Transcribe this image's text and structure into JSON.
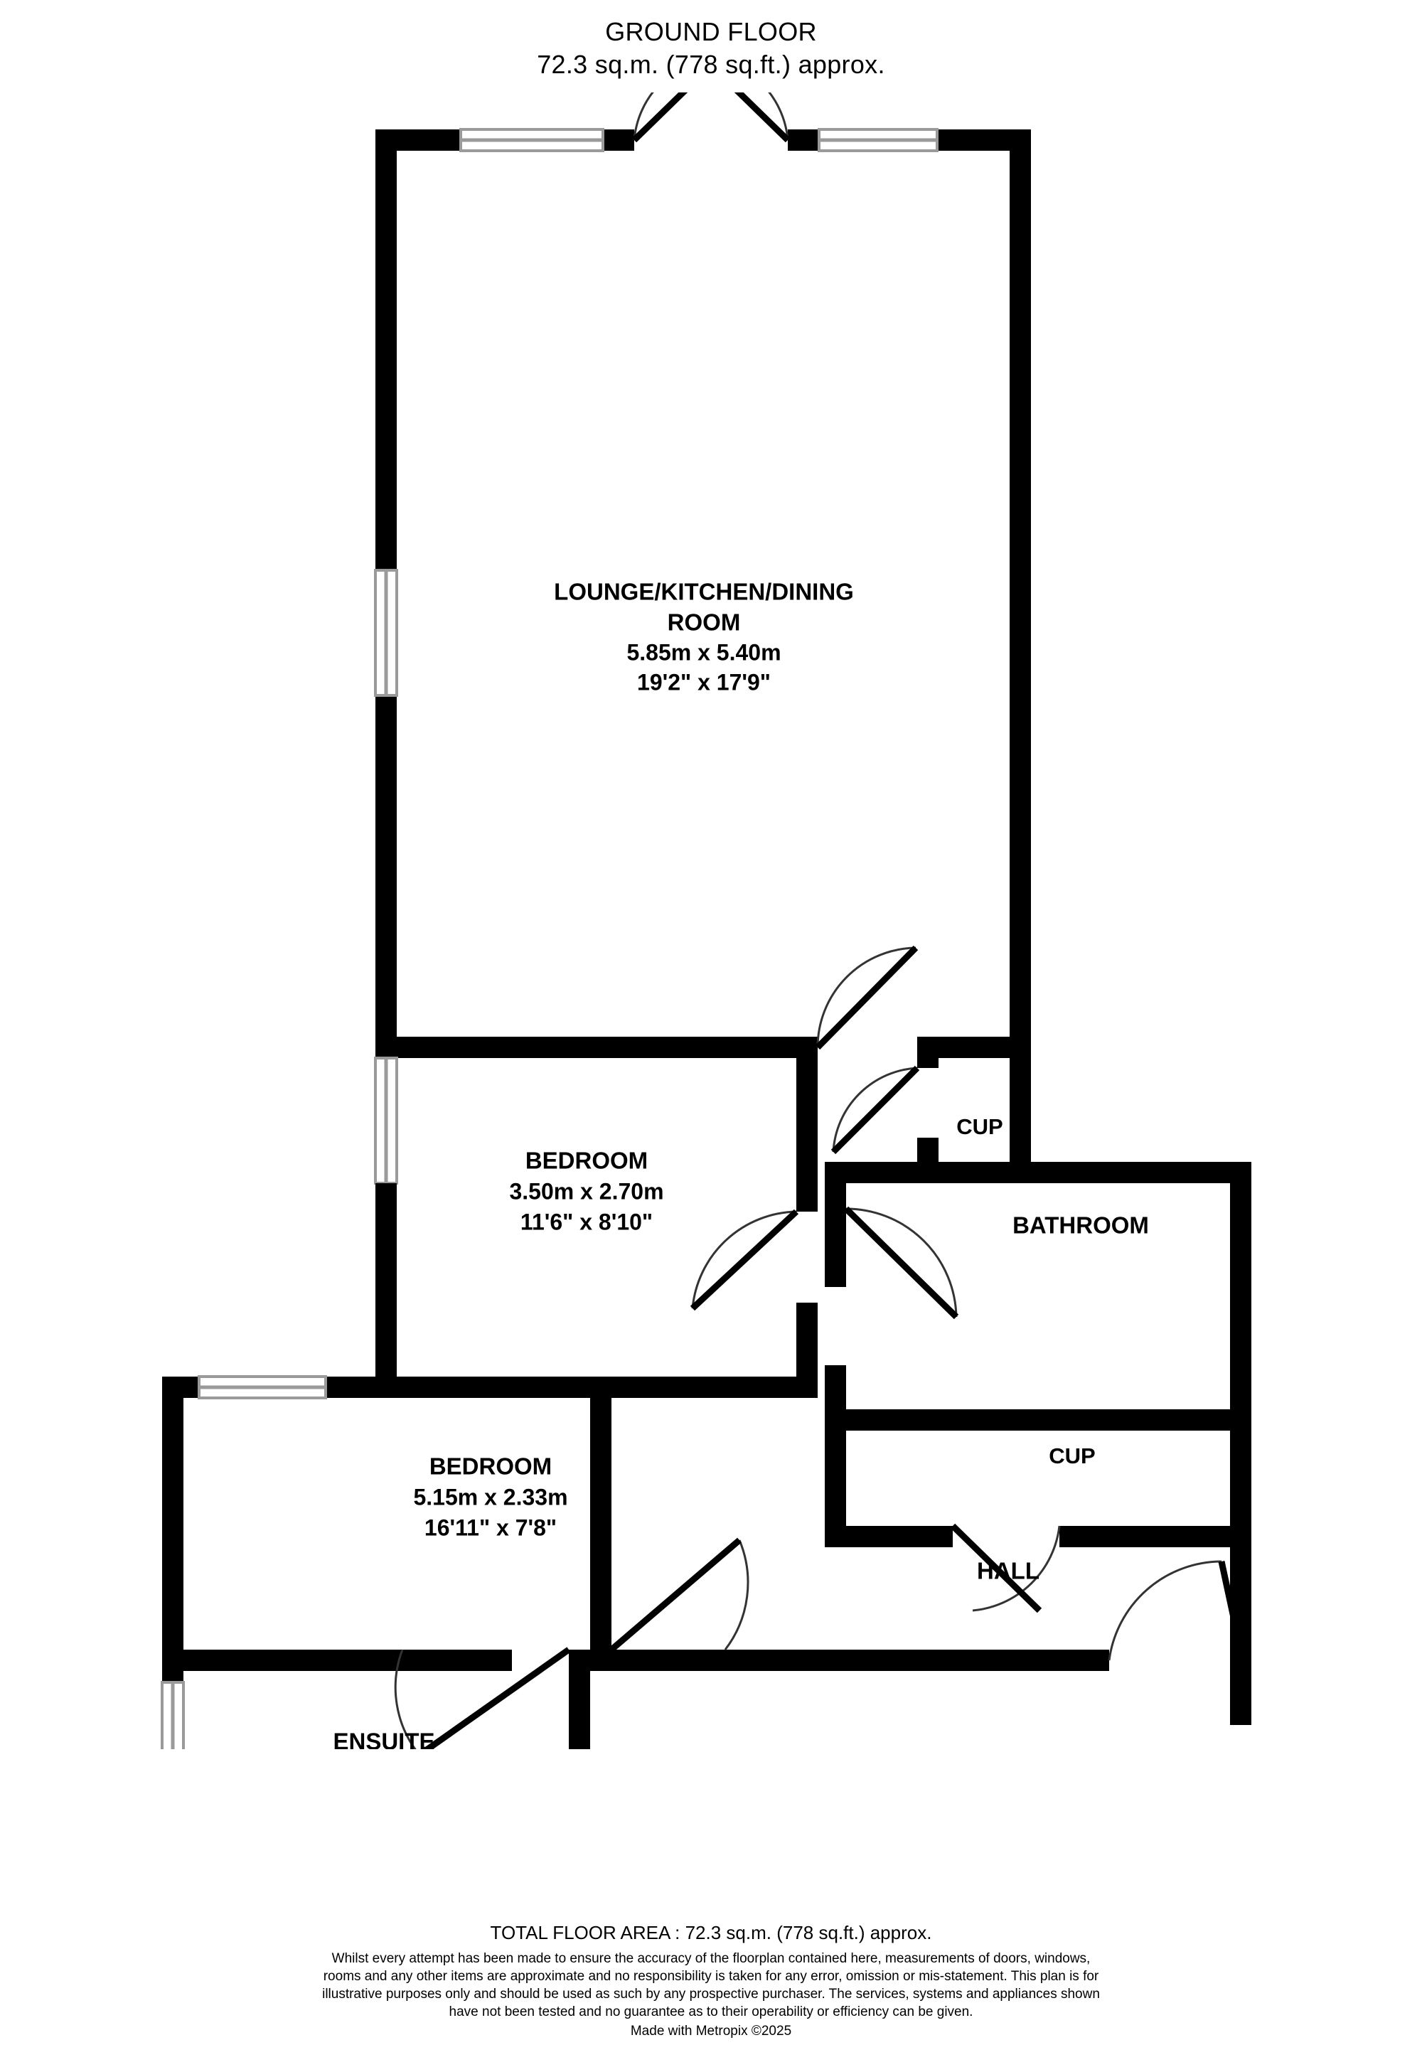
{
  "header": {
    "title": "GROUND FLOOR",
    "area": "72.3 sq.m. (778 sq.ft.) approx."
  },
  "rooms": [
    {
      "id": "lounge",
      "name": "LOUNGE/KITCHEN/DINING",
      "name2": "ROOM",
      "dim_metric": "5.85m  x 5.40m",
      "dim_imperial": "19'2\"  x 17'9\""
    },
    {
      "id": "bedroom-1",
      "name": "BEDROOM",
      "dim_metric": "3.50m  x 2.70m",
      "dim_imperial": "11'6\"  x 8'10\""
    },
    {
      "id": "bedroom-2",
      "name": "BEDROOM",
      "dim_metric": "5.15m  x 2.33m",
      "dim_imperial": "16'11\"  x 7'8\""
    },
    {
      "id": "cup-upper",
      "name": "CUP"
    },
    {
      "id": "bathroom",
      "name": "BATHROOM"
    },
    {
      "id": "cup-lower",
      "name": "CUP"
    },
    {
      "id": "hall",
      "name": "HALL"
    },
    {
      "id": "ensuite",
      "name": "ENSUITE"
    }
  ],
  "footer": {
    "total": "TOTAL FLOOR AREA : 72.3 sq.m. (778 sq.ft.) approx.",
    "disclaimer": "Whilst every attempt has been made to ensure the accuracy of the floorplan contained here, measurements of doors, windows, rooms and any other items are approximate and no responsibility is taken for any error, omission or mis-statement. This plan is for illustrative purposes only and should be used as such by any prospective purchaser. The services, systems and appliances shown have not been tested and no guarantee as to their operability or efficiency can be given.",
    "made_with": "Made with Metropix ©2025"
  },
  "colors": {
    "wall": "#000000",
    "window_frame": "#9a9a9a",
    "background": "#ffffff"
  },
  "chart_data": {
    "type": "table",
    "title": "GROUND FLOOR",
    "categories": [
      "LOUNGE/KITCHEN/DINING ROOM",
      "BEDROOM",
      "BEDROOM",
      "CUP",
      "BATHROOM",
      "CUP",
      "HALL",
      "ENSUITE"
    ],
    "values": [
      {
        "room": "LOUNGE/KITCHEN/DINING ROOM",
        "metric": "5.85m x 5.40m",
        "imperial": "19'2\" x 17'9\""
      },
      {
        "room": "BEDROOM",
        "metric": "3.50m x 2.70m",
        "imperial": "11'6\" x 8'10\""
      },
      {
        "room": "BEDROOM",
        "metric": "5.15m x 2.33m",
        "imperial": "16'11\" x 7'8\""
      },
      {
        "room": "CUP",
        "metric": "",
        "imperial": ""
      },
      {
        "room": "BATHROOM",
        "metric": "",
        "imperial": ""
      },
      {
        "room": "CUP",
        "metric": "",
        "imperial": ""
      },
      {
        "room": "HALL",
        "metric": "",
        "imperial": ""
      },
      {
        "room": "ENSUITE",
        "metric": "",
        "imperial": ""
      }
    ],
    "total_area_sqm": 72.3,
    "total_area_sqft": 778
  }
}
